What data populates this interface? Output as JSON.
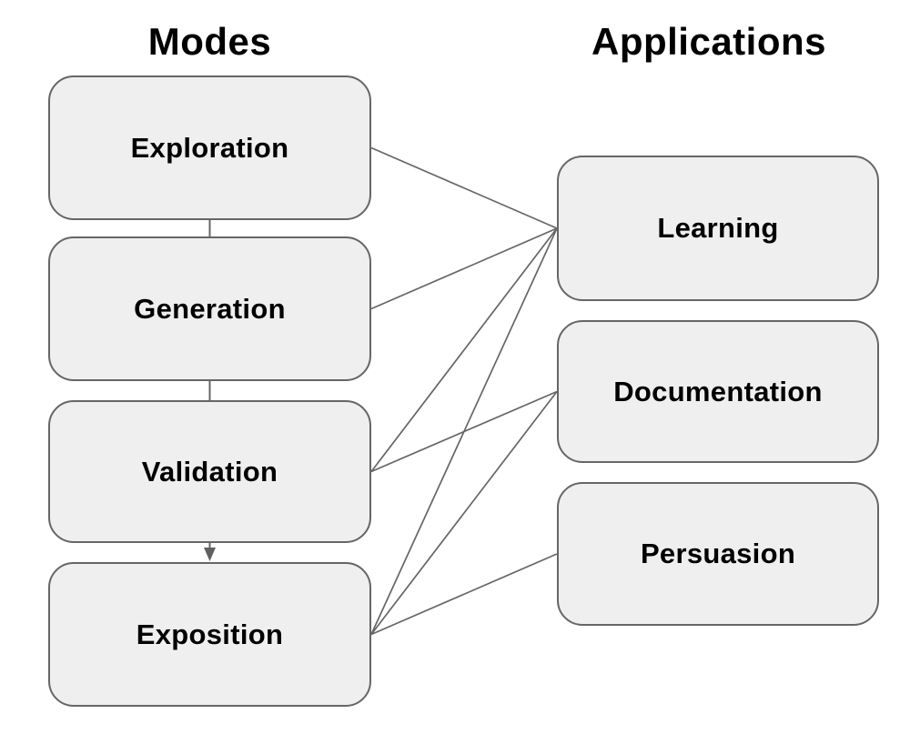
{
  "titles": {
    "modes": "Modes",
    "applications": "Applications"
  },
  "modes": {
    "items": [
      {
        "id": "exploration",
        "label": "Exploration"
      },
      {
        "id": "generation",
        "label": "Generation"
      },
      {
        "id": "validation",
        "label": "Validation"
      },
      {
        "id": "exposition",
        "label": "Exposition"
      }
    ]
  },
  "applications": {
    "items": [
      {
        "id": "learning",
        "label": "Learning"
      },
      {
        "id": "documentation",
        "label": "Documentation"
      },
      {
        "id": "persuasion",
        "label": "Persuasion"
      }
    ]
  },
  "flow_edges": [
    {
      "from": "exploration",
      "to": "generation",
      "arrow": false
    },
    {
      "from": "generation",
      "to": "validation",
      "arrow": false
    },
    {
      "from": "validation",
      "to": "exposition",
      "arrow": true
    }
  ],
  "links": [
    {
      "from": "exploration",
      "to": "learning"
    },
    {
      "from": "generation",
      "to": "learning"
    },
    {
      "from": "validation",
      "to": "learning"
    },
    {
      "from": "validation",
      "to": "documentation"
    },
    {
      "from": "exposition",
      "to": "learning"
    },
    {
      "from": "exposition",
      "to": "documentation"
    },
    {
      "from": "exposition",
      "to": "persuasion"
    }
  ],
  "style": {
    "background": "#ffffff",
    "box_fill": "#efefef",
    "box_border": "#666666",
    "line_color": "#666666",
    "arrow_color": "#606060",
    "text_color": "#000000"
  }
}
